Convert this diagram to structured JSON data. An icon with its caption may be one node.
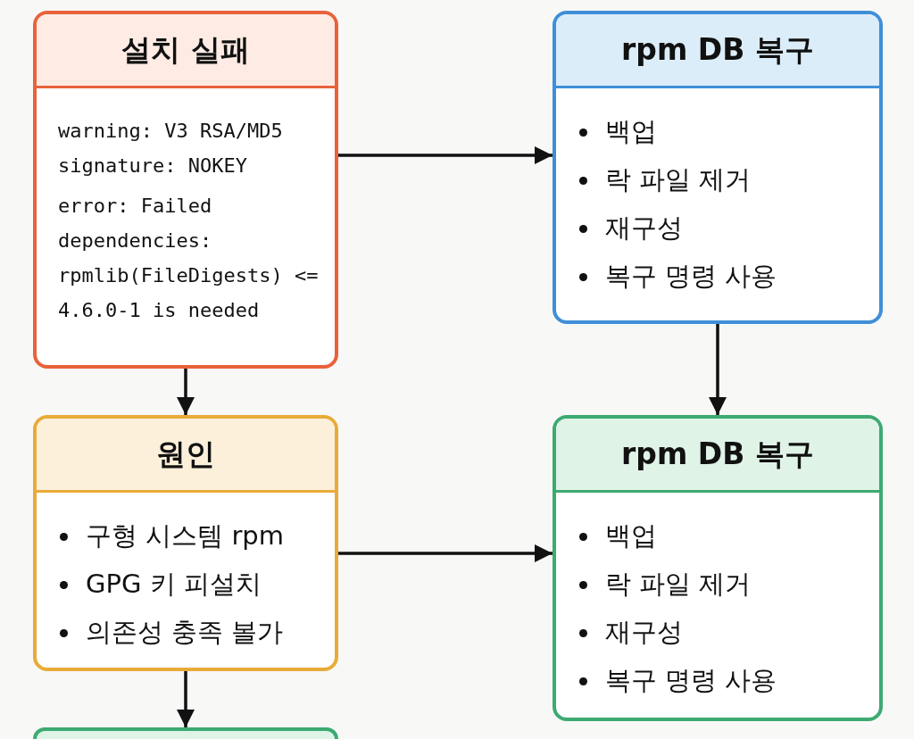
{
  "diagram": {
    "nodes": [
      {
        "text": [
          "설치 실패",
          "warning: V3 RSA/MD5 signature: NOKEY",
          "error: Failed dependencies: rpmlib(FileDigests) <= 4.6.0-1 is needed"
        ]
      },
      {
        "text": [
          "rpm DB 복구",
          "백업",
          "락 파일 제거",
          "재구성",
          "복구 명령 사용"
        ]
      },
      {
        "text": [
          "원인",
          "구형 시스템 rpm",
          "GPG 키 피설치",
          "의존성 충족 볼가"
        ]
      },
      {
        "text": [
          "rpm DB 복구",
          "백업",
          "락 파일 제거",
          "재구성",
          "복구 명령 사용"
        ]
      },
      {
        "text": [],
        "shape": "box"
      }
    ],
    "edges": [
      {
        "from": 0,
        "to": 1,
        "arrow": "to"
      },
      {
        "from": 0,
        "to": 2,
        "arrow": "to"
      },
      {
        "from": 1,
        "to": 3,
        "arrow": "to"
      },
      {
        "from": 2,
        "to": 3,
        "arrow": "to"
      },
      {
        "from": 2,
        "to": 4,
        "arrow": "to"
      }
    ]
  }
}
